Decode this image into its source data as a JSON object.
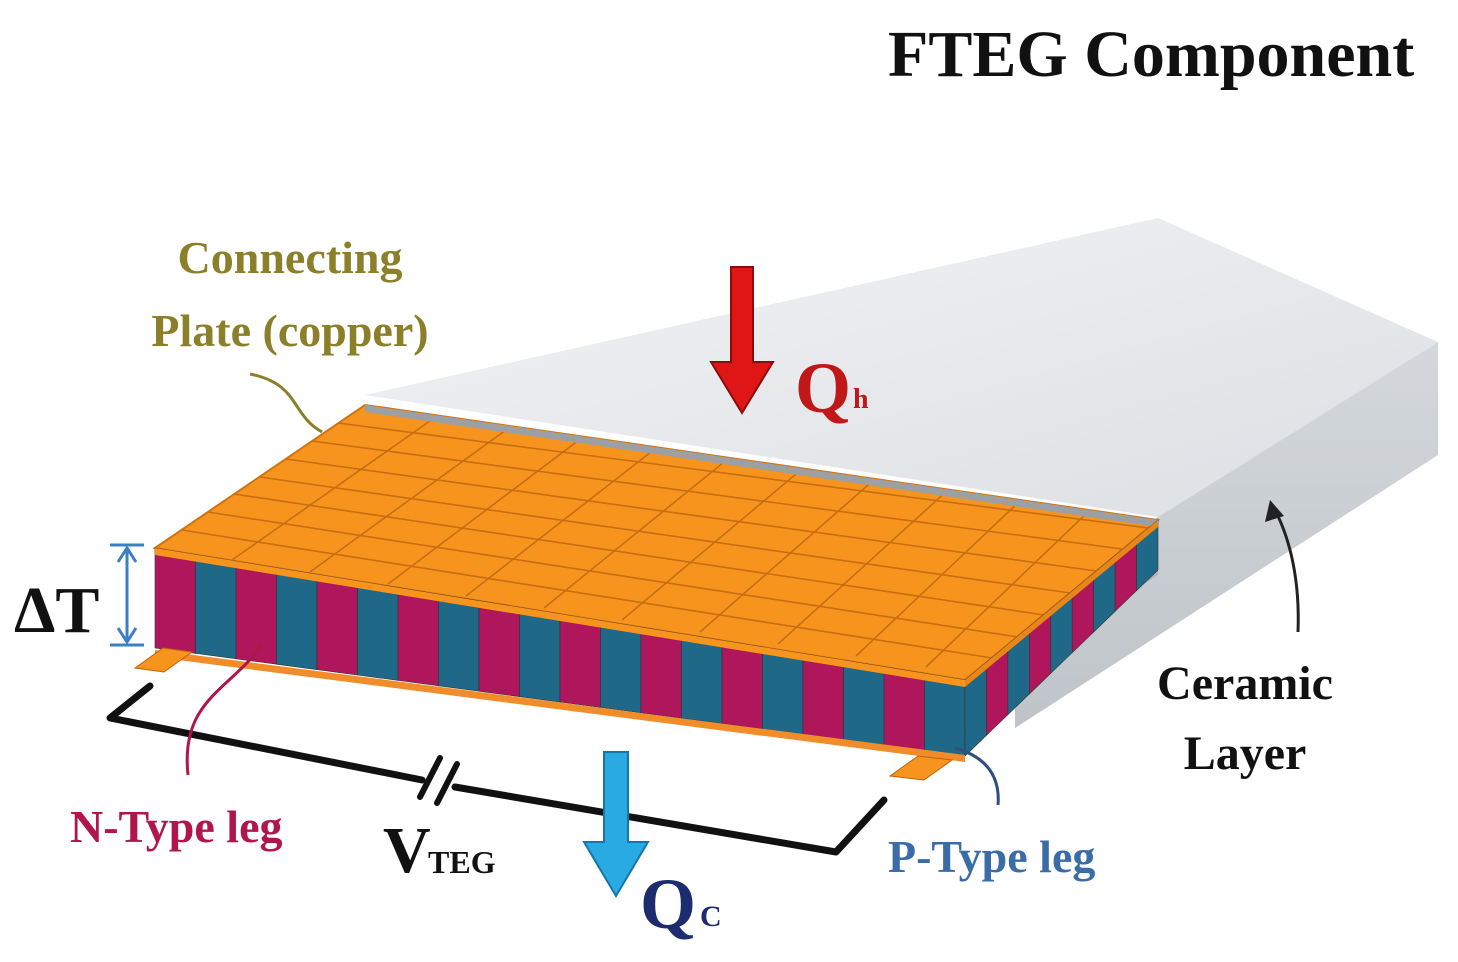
{
  "title": "FTEG Component",
  "connecting_plate": {
    "line1": "Connecting",
    "line2": "Plate (copper)"
  },
  "heat_in": {
    "symbol": "Q",
    "subscript": "h"
  },
  "delta_t": "ΔT",
  "ceramic_layer": {
    "line1": "Ceramic",
    "line2": "Layer"
  },
  "n_type_label": "N-Type leg",
  "p_type_label": "P-Type leg",
  "voltage": {
    "symbol": "V",
    "subscript": "TEG"
  },
  "heat_out": {
    "symbol": "Q",
    "subscript": "C"
  },
  "colors": {
    "copper": "#F7941D",
    "n_type": "#B0165C",
    "p_type": "#1F6888",
    "ceramic_top": "#E6E8EB",
    "ceramic_side": "#C8CDD2",
    "heat_in_arrow": "#E01515",
    "heat_out_arrow": "#29AAE2",
    "plate_label": "#8B7F2A",
    "n_label": "#B0164C",
    "p_label": "#3A6CA8",
    "q_label": "#1C2C6E",
    "qh_label": "#C01818",
    "bracket": "#3D7FC4"
  }
}
